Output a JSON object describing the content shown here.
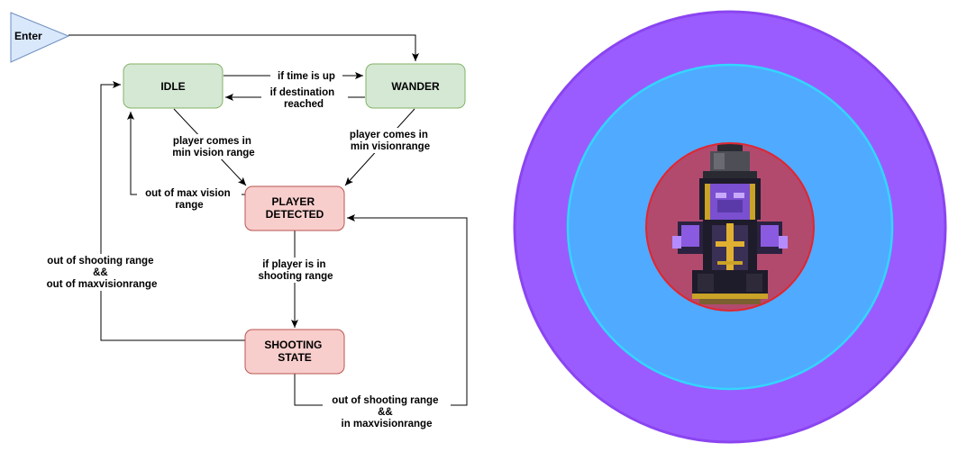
{
  "diagram": {
    "nodes": {
      "enter": {
        "label": "Enter"
      },
      "idle": {
        "label": "IDLE"
      },
      "wander": {
        "label": "WANDER"
      },
      "player_detected": {
        "lines": [
          "PLAYER",
          "DETECTED"
        ]
      },
      "shooting_state": {
        "lines": [
          "SHOOTING",
          "STATE"
        ]
      }
    },
    "edges": {
      "idle_to_wander": {
        "lines": [
          "if time is up"
        ]
      },
      "wander_to_idle": {
        "lines": [
          "if destination",
          "reached"
        ]
      },
      "idle_to_detected": {
        "lines": [
          "player comes in",
          "min vision range"
        ]
      },
      "wander_to_detected": {
        "lines": [
          "player comes in",
          "min visionrange"
        ]
      },
      "detected_to_idle": {
        "lines": [
          "out of max vision",
          "range"
        ]
      },
      "detected_to_shooting": {
        "lines": [
          "if player is in",
          "shooting range"
        ]
      },
      "shooting_to_idle": {
        "lines": [
          "out of shooting range",
          "&&",
          "out of maxvisionrange"
        ]
      },
      "shooting_to_detected": {
        "lines": [
          "out of shooting range",
          "&&",
          "in maxvisionrange"
        ]
      }
    },
    "colors": {
      "enter_fill": "#dae8fc",
      "enter_stroke": "#6c8ebf",
      "green_fill": "#d5e8d4",
      "green_stroke": "#82b366",
      "red_fill": "#f8cecc",
      "red_stroke": "#b85450"
    }
  },
  "range_illustration": {
    "colors": {
      "outer_ring": "#9b5cff",
      "outer_ring_stroke": "#8a45f0",
      "middle_ring": "#50aaff",
      "middle_ring_stroke": "#33d6ff",
      "inner_ring": "#b24a6e",
      "inner_ring_stroke": "#e0262f"
    },
    "center_icon": "pixel-art-wizard-enemy-icon"
  }
}
